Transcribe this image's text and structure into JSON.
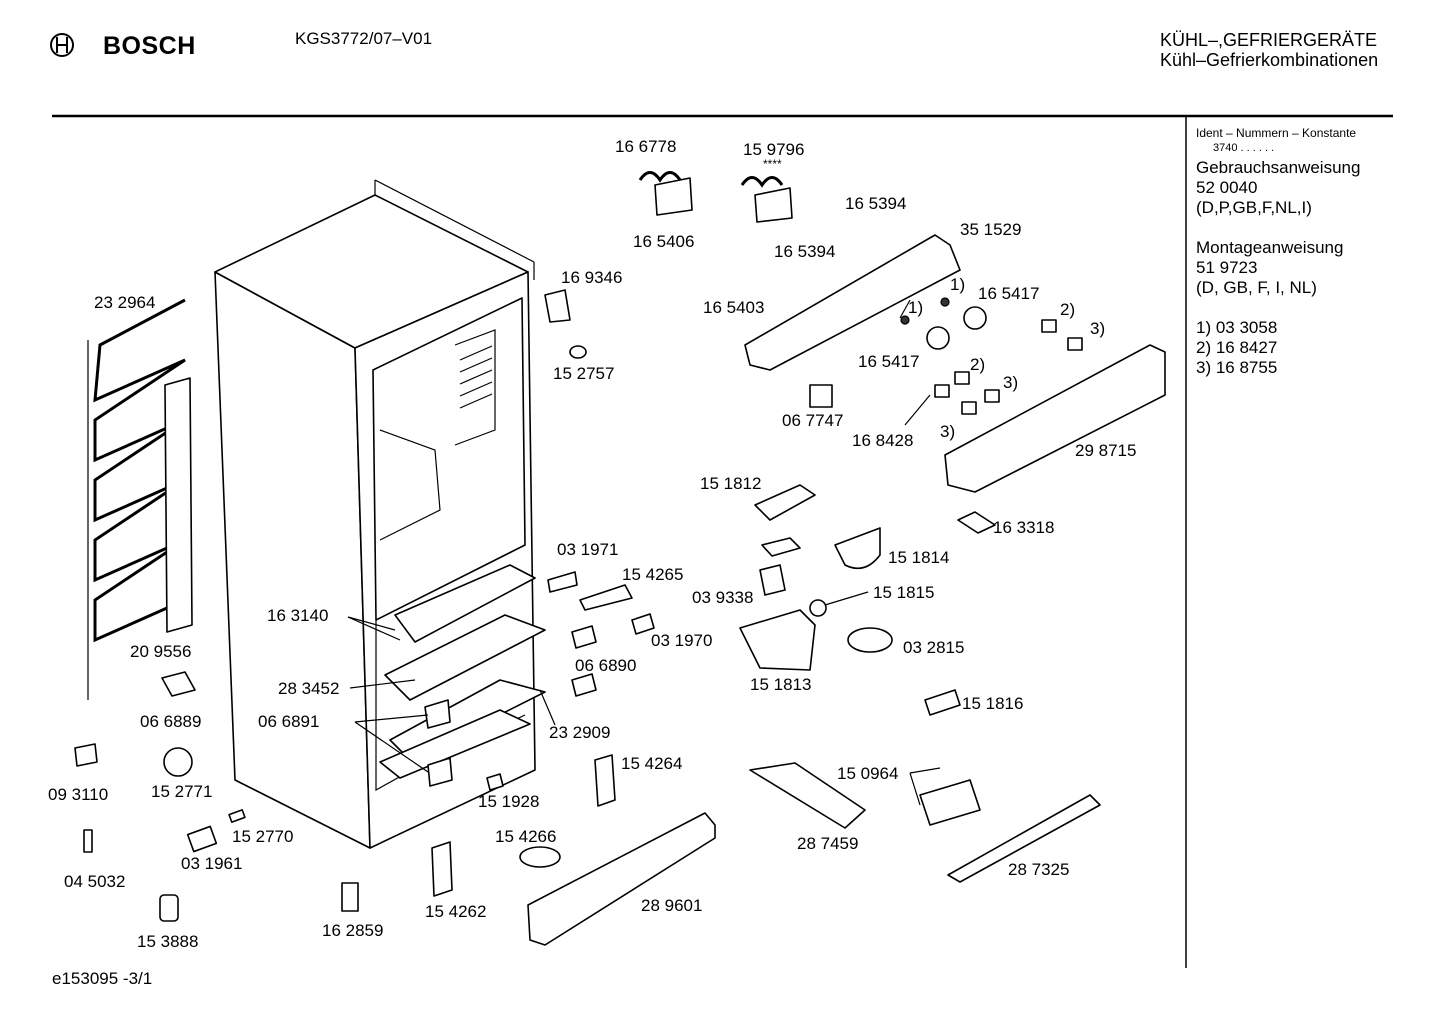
{
  "header": {
    "brand": "BOSCH",
    "model": "KGS3772/07–V01",
    "category": "KÜHL–,GEFRIERGERÄTE",
    "subcategory": "Kühl–Gefrierkombinationen"
  },
  "sidebar": {
    "ident_title": "Ident – Nummern – Konstante",
    "ident_value": "3740  .  .  .  .  .  .",
    "manual_title": "Gebrauchsanweisung",
    "manual_number": "52 0040",
    "manual_langs": "(D,P,GB,F,NL,I)",
    "mount_title": "Montageanweisung",
    "mount_number": "51 9723",
    "mount_langs": "(D, GB, F, I, NL)",
    "footnote_1": "1)  03 3058",
    "footnote_2": "2)  16 8427",
    "footnote_3": "3)  16 8755"
  },
  "footer": {
    "drawing_id": "e153095   -3/1"
  },
  "parts": {
    "p166778": "16 6778",
    "p159796": "15 9796",
    "stars": "****",
    "p165394a": "16 5394",
    "p351529": "35 1529",
    "p165406": "16 5406",
    "p165394b": "16 5394",
    "p169346": "16 9346",
    "p165403": "16 5403",
    "p165417a": "16 5417",
    "p165417b": "16 5417",
    "p152757": "15 2757",
    "p232964": "23 2964",
    "p067747": "06 7747",
    "p168428": "16 8428",
    "p298715": "29 8715",
    "p151812": "15 1812",
    "p163318": "16 3318",
    "p151814": "15 1814",
    "p031971": "03 1971",
    "p154265": "15 4265",
    "p039338": "03 9338",
    "p151815": "15 1815",
    "p163140": "16 3140",
    "p031970": "03 1970",
    "p032815": "03 2815",
    "p066890": "06 6890",
    "p209556": "20 9556",
    "p151813": "15 1813",
    "p283452": "28 3452",
    "p151816": "15 1816",
    "p066889": "06 6889",
    "p066891": "06 6891",
    "p232909": "23 2909",
    "p154264": "15 4264",
    "p150964": "15 0964",
    "p093110": "09 3110",
    "p152771": "15 2771",
    "p151928": "15 1928",
    "p287459": "28 7459",
    "p152770": "15 2770",
    "p154266": "15 4266",
    "p031961": "03 1961",
    "p287325": "28 7325",
    "p045032": "04 5032",
    "p289601": "28 9601",
    "p154262": "15 4262",
    "p162859": "16 2859",
    "p153888": "15 3888",
    "fn1a": "1)",
    "fn1b": "1)",
    "fn2a": "2)",
    "fn2b": "2)",
    "fn3a": "3)",
    "fn3b": "3)",
    "fn3c": "3)"
  }
}
